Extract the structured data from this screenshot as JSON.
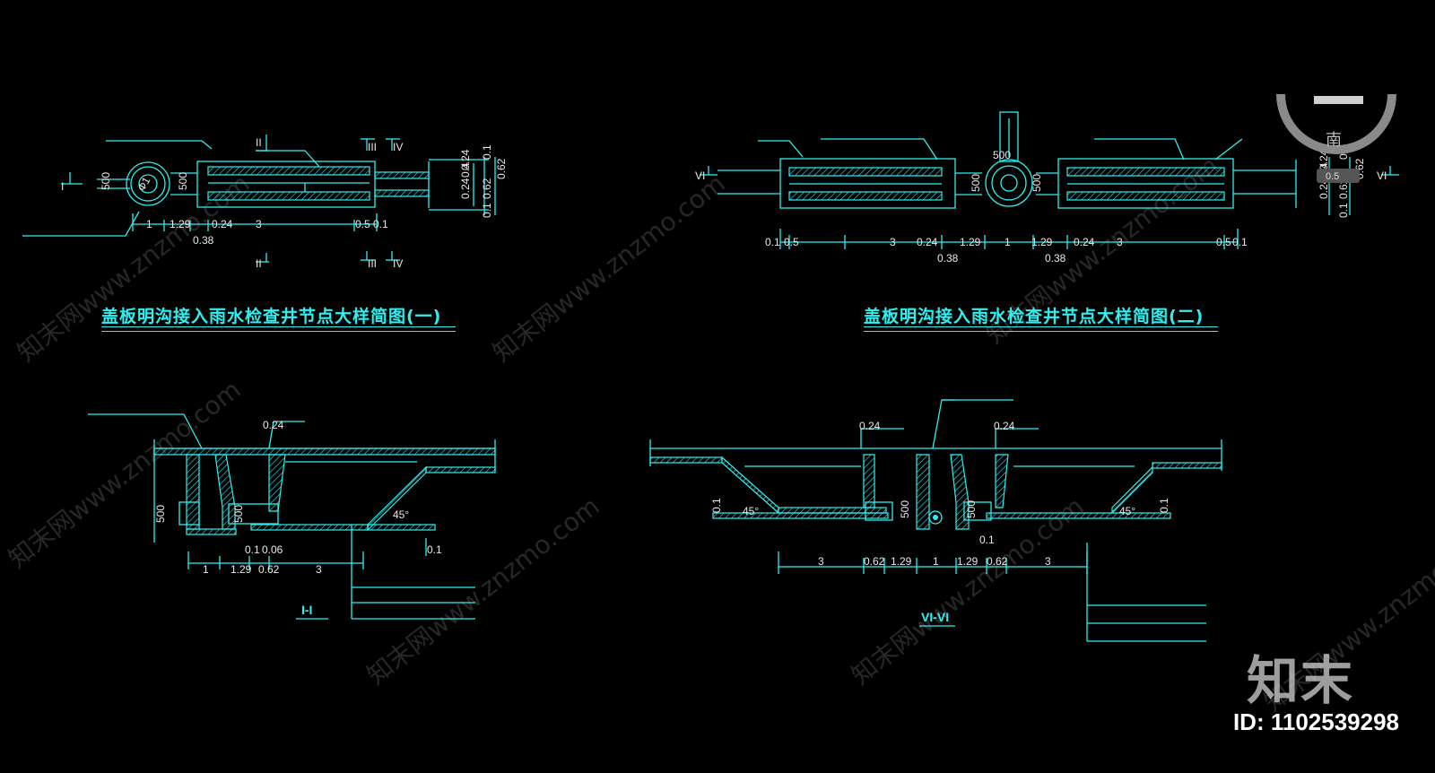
{
  "titles": {
    "plan_one": "盖板明沟接入雨水检查井节点大样简图(一)",
    "plan_two": "盖板明沟接入雨水检查井节点大样简图(二)"
  },
  "section_labels": {
    "sec_one": "I-I",
    "sec_six": "VI-VI"
  },
  "plan_one_dims": {
    "d1": "1",
    "d2": "1.29",
    "d3": "0.24",
    "d4": "3",
    "d5": "0.5",
    "d6": "0.1",
    "d7": "0.38",
    "r1": "0.24",
    "r2": "0.4",
    "r3": "0.24",
    "r4": "0.62",
    "r5": "0.62",
    "r6": "0.1",
    "r7": "0.1",
    "h500a": "500",
    "h500b": "500",
    "circle": "Ф1",
    "m_II": "II",
    "m_III": "III",
    "m_IV": "IV",
    "m_I": "I"
  },
  "plan_two_dims": {
    "d1": "0.1",
    "d2": "0.5",
    "d3": "3",
    "d4": "0.24",
    "d5": "1.29",
    "d6": "1",
    "d7": "1.29",
    "d8": "0.24",
    "d9": "3",
    "d10": "0.5",
    "d11": "0.1",
    "d12": "0.38",
    "d13": "0.38",
    "r1": "0.24",
    "r2": "0.4",
    "r3": "0.24",
    "r4": "0.62",
    "r5": "0.62",
    "r6": "0.1",
    "r7": "0.1",
    "h500a": "500",
    "h500b": "500",
    "h500c": "500",
    "m_VI": "VI",
    "m_VIb": "VI"
  },
  "sec_one_dims": {
    "top": "0.24",
    "h500a": "500",
    "h500b": "500",
    "a45": "45°",
    "b1": "0.1",
    "b2": "0.06",
    "b3": "0.1",
    "c1": "1",
    "c2": "1.29",
    "c3": "0.62",
    "c4": "3"
  },
  "sec_six_dims": {
    "top1": "0.24",
    "top2": "0.24",
    "left01": "0.1",
    "right01": "0.1",
    "a45l": "45°",
    "a45r": "45°",
    "h500a": "500",
    "h500b": "500",
    "mid01": "0.1",
    "c1": "3",
    "c2": "0.62",
    "c3": "1.29",
    "c4": "1",
    "c5": "1.29",
    "c6": "0.62",
    "c7": "3"
  },
  "watermark": {
    "text": "知末网www.znzmo.com"
  },
  "compass": {
    "label": "南",
    "label2": "0.5"
  },
  "brand": {
    "logo": "知末",
    "id_text": "ID: 1102539298"
  },
  "colors": {
    "line": "#2ef0f0",
    "background": "#000000",
    "dim_text": "#e8e8e8"
  }
}
